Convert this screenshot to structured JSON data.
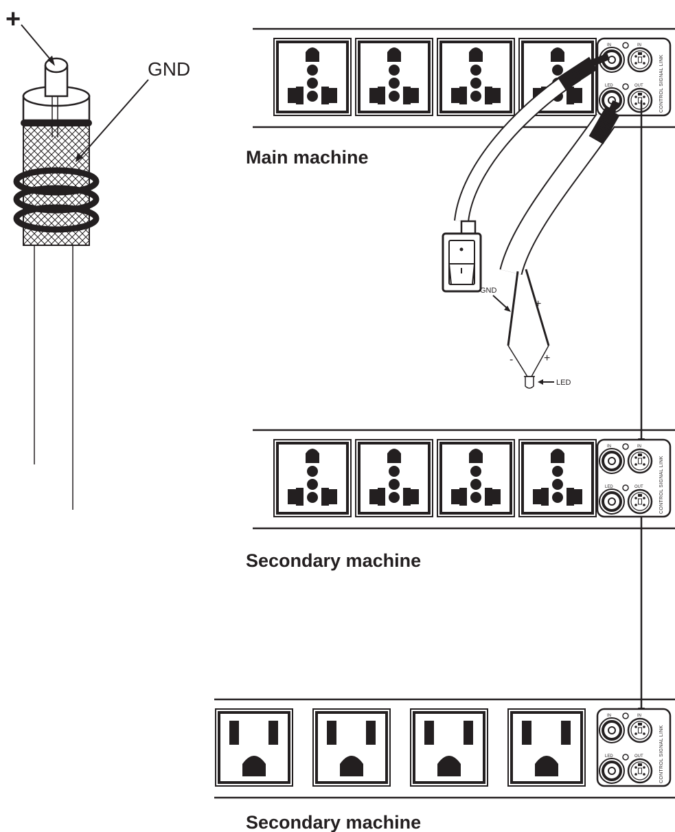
{
  "rca_plug": {
    "plus_label": "+",
    "gnd_label": "GND"
  },
  "units": [
    {
      "caption": "Main machine",
      "socket_style": "universal",
      "socket_count": 4,
      "port_labels": {
        "in_left": "IN",
        "in_right": "IN",
        "led": "LED",
        "out": "OUT"
      },
      "panel_text": "CONTROL SIGNAL LINK"
    },
    {
      "caption": "Secondary machine",
      "socket_style": "universal",
      "socket_count": 4,
      "port_labels": {
        "in_left": "IN",
        "in_right": "IN",
        "led": "LED",
        "out": "OUT"
      },
      "panel_text": "CONTROL SIGNAL LINK"
    },
    {
      "caption": "Secondary machine",
      "socket_style": "us",
      "socket_count": 4,
      "port_labels": {
        "in_left": "IN",
        "in_right": "IN",
        "led": "LED",
        "out": "OUT"
      },
      "panel_text": "CONTROL SIGNAL LINK"
    }
  ],
  "led_wiring": {
    "gnd_label": "GND",
    "plus_label": "+",
    "wire_plus_label": "+",
    "minus_label": "-",
    "led_label": "LED"
  },
  "colors": {
    "ink": "#231f20",
    "background": "#ffffff"
  }
}
